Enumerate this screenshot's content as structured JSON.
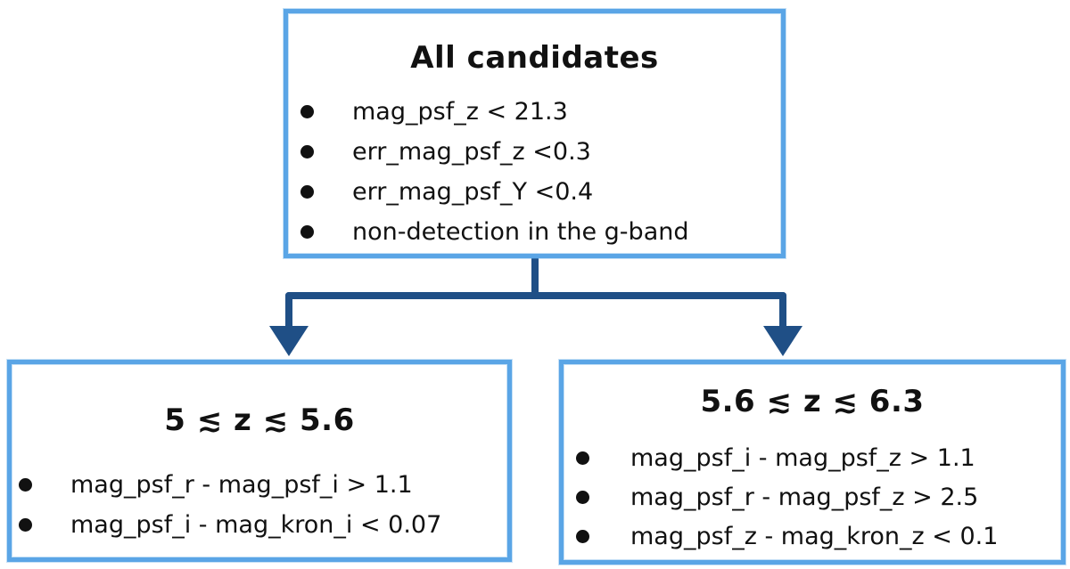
{
  "root": {
    "title": "All candidates",
    "criteria": [
      "mag_psf_z < 21.3",
      "err_mag_psf_z <0.3",
      "err_mag_psf_Y <0.4",
      "non-detection in the g-band"
    ]
  },
  "left_branch": {
    "title": "5 ≲ z ≲ 5.6",
    "criteria": [
      "mag_psf_r - mag_psf_i > 1.1",
      "mag_psf_i - mag_kron_i < 0.07"
    ]
  },
  "right_branch": {
    "title": "5.6 ≲ z ≲ 6.3",
    "criteria": [
      "mag_psf_i - mag_psf_z > 1.1",
      "mag_psf_r - mag_psf_z > 2.5",
      "mag_psf_z - mag_kron_z < 0.1"
    ]
  },
  "colors": {
    "box_border": "#5aa5e6",
    "arrow": "#1f4f86"
  }
}
